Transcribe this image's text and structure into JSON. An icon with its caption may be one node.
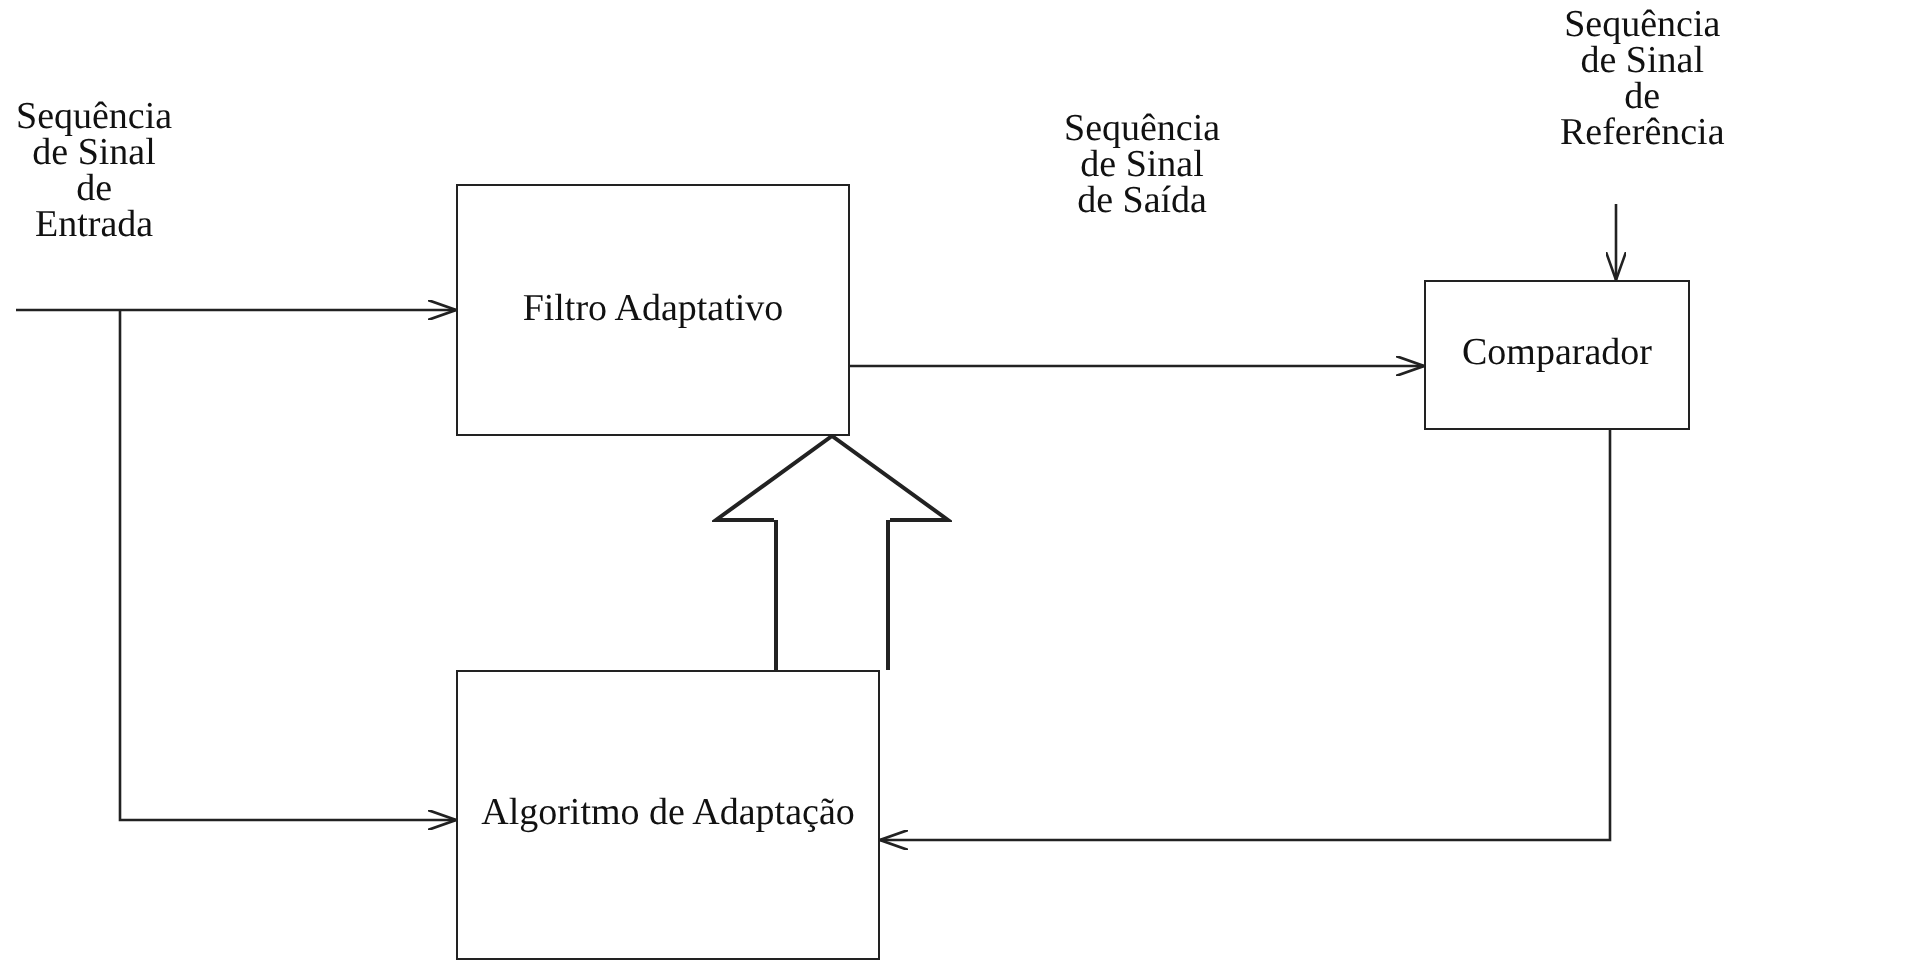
{
  "diagram": {
    "nodes": [
      {
        "text": [
          "Filtro Adaptativo"
        ]
      },
      {
        "text": [
          "Comparador"
        ]
      },
      {
        "text": [
          "Algoritmo de Adaptação"
        ]
      }
    ],
    "edges": [
      {
        "from": null,
        "to": 0,
        "arrow": "to",
        "label": "Sequência de Sinal de Entrada"
      },
      {
        "from": null,
        "to": 2,
        "arrow": "to"
      },
      {
        "from": 0,
        "to": 1,
        "arrow": "to",
        "label": "Sequência de Sinal de Saída"
      },
      {
        "from": null,
        "to": 1,
        "arrow": "to",
        "label": "Sequência de Sinal de Referência"
      },
      {
        "from": 1,
        "to": 2,
        "arrow": "to"
      },
      {
        "from": 2,
        "to": 0,
        "arrow": "to",
        "style": "thick"
      }
    ]
  }
}
